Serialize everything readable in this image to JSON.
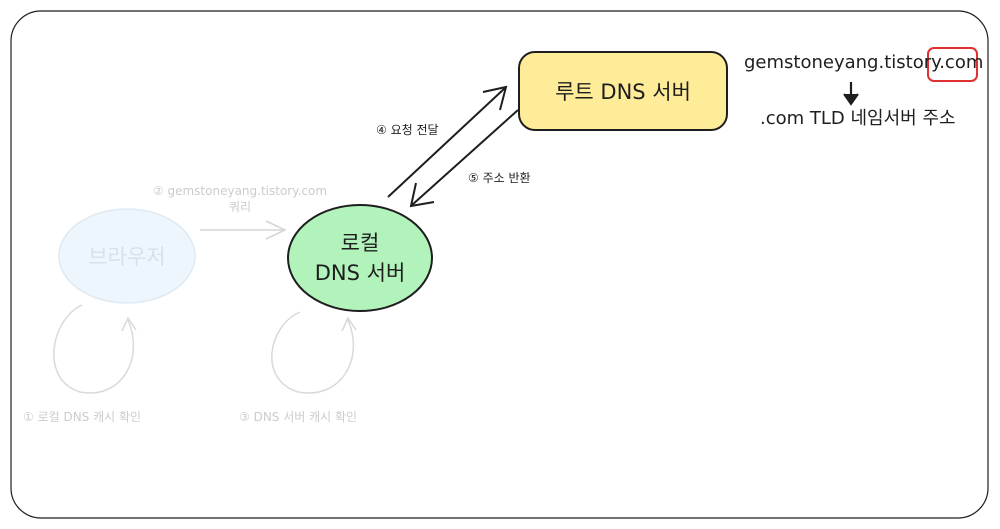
{
  "nodes": {
    "browser": {
      "label": "브라우저"
    },
    "local_dns": {
      "line1": "로컬",
      "line2": "DNS 서버"
    },
    "root_dns": {
      "label": "루트 DNS 서버"
    }
  },
  "steps": {
    "step1": "① 로컬 DNS 캐시 확인",
    "step2_line1": "② gemstoneyang.tistory.com",
    "step2_line2": "쿼리",
    "step3": "③ DNS 서버 캐시 확인",
    "step4": "④ 요청 전달",
    "step5": "⑤ 주소 반환"
  },
  "annotation": {
    "domain_prefix": "gemstoneyang.tistory",
    "domain_tld": ".com",
    "result": ".com TLD 네임서버 주소"
  },
  "colors": {
    "local_dns_fill": "#b2f2bb",
    "root_dns_fill": "#ffec99",
    "browser_fill": "#e7f5ff",
    "tld_highlight": "#e03131",
    "faded": "#cccccc",
    "ink": "#1e1e1e"
  }
}
